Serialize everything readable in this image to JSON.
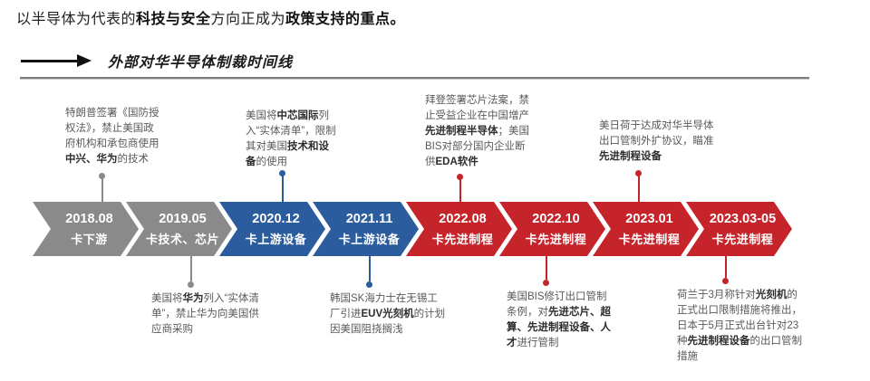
{
  "colors": {
    "gray": "#8a8a8a",
    "blue": "#2b5d9e",
    "red": "#c5242b",
    "rule_gray": "#7d7d7d",
    "arrow_black": "#111111"
  },
  "header": {
    "title_segments": [
      {
        "text": "以半导体为代表的",
        "bold": false
      },
      {
        "text": "科技与安全",
        "bold": true
      },
      {
        "text": "方向正成为",
        "bold": false
      },
      {
        "text": "政策支持的重点。",
        "bold": true
      }
    ]
  },
  "subtitle": {
    "arrow_icon": "right-arrow",
    "label": "外部对华半导体制裁时间线"
  },
  "timeline": {
    "items": [
      {
        "date": "2018.08",
        "label": "卡下游",
        "color": "gray"
      },
      {
        "date": "2019.05",
        "label": "卡技术、芯片",
        "color": "gray"
      },
      {
        "date": "2020.12",
        "label": "卡上游设备",
        "color": "blue"
      },
      {
        "date": "2021.11",
        "label": "卡上游设备",
        "color": "blue"
      },
      {
        "date": "2022.08",
        "label": "卡先进制程",
        "color": "red"
      },
      {
        "date": "2022.10",
        "label": "卡先进制程",
        "color": "red"
      },
      {
        "date": "2023.01",
        "label": "卡先进制程",
        "color": "red"
      },
      {
        "date": "2023.03-05",
        "label": "卡先进制程",
        "color": "red"
      }
    ]
  },
  "annotations_top": [
    {
      "anchor_date": "2018.08",
      "color": "gray",
      "segments": [
        {
          "text": "特朗普签署《国防授权法》，禁止美国政府机构和承包商使用",
          "bold": false
        },
        {
          "text": "中兴、华为",
          "bold": true
        },
        {
          "text": "的技术",
          "bold": false
        }
      ]
    },
    {
      "anchor_date": "2020.12",
      "color": "blue",
      "segments": [
        {
          "text": "美国将",
          "bold": false
        },
        {
          "text": "中芯国际",
          "bold": true
        },
        {
          "text": "列入“实体清单”，限制其对美国",
          "bold": false
        },
        {
          "text": "技术和设备",
          "bold": true
        },
        {
          "text": "的使用",
          "bold": false
        }
      ]
    },
    {
      "anchor_date": "2022.08",
      "color": "red",
      "segments": [
        {
          "text": "拜登签署芯片法案，禁止受益企业在中国增产",
          "bold": false
        },
        {
          "text": "先进制程半导体",
          "bold": true
        },
        {
          "text": "；美国BIS对部分国内企业断供",
          "bold": false
        },
        {
          "text": "EDA软件",
          "bold": true
        }
      ]
    },
    {
      "anchor_date": "2023.01",
      "color": "red",
      "segments": [
        {
          "text": "美日荷于达成对华半导体出口管制外扩协议，瞄准",
          "bold": false
        },
        {
          "text": "先进制程设备",
          "bold": true
        }
      ]
    }
  ],
  "annotations_bottom": [
    {
      "anchor_date": "2019.05",
      "color": "gray",
      "segments": [
        {
          "text": "美国将",
          "bold": false
        },
        {
          "text": "华为",
          "bold": true
        },
        {
          "text": "列入“实体清单”，禁止华为向美国供应商采购",
          "bold": false
        }
      ]
    },
    {
      "anchor_date": "2021.11",
      "color": "blue",
      "segments": [
        {
          "text": "韩国SK海力士在无锡工厂引进",
          "bold": false
        },
        {
          "text": "EUV光刻机",
          "bold": true
        },
        {
          "text": "的计划因美国阻挠搁浅",
          "bold": false
        }
      ]
    },
    {
      "anchor_date": "2022.10",
      "color": "red",
      "segments": [
        {
          "text": "美国BIS修订出口管制条例，对",
          "bold": false
        },
        {
          "text": "先进芯片、超算、先进制程设备、人才",
          "bold": true
        },
        {
          "text": "进行管制",
          "bold": false
        }
      ]
    },
    {
      "anchor_date": "2023.03-05",
      "color": "red",
      "segments": [
        {
          "text": "荷兰于3月称针对",
          "bold": false
        },
        {
          "text": "光刻机",
          "bold": true
        },
        {
          "text": "的正式出口限制措施将推出，日本于5月正式出台针对23种",
          "bold": false
        },
        {
          "text": "先进制程设备",
          "bold": true
        },
        {
          "text": "的出口管制措施",
          "bold": false
        }
      ]
    }
  ]
}
